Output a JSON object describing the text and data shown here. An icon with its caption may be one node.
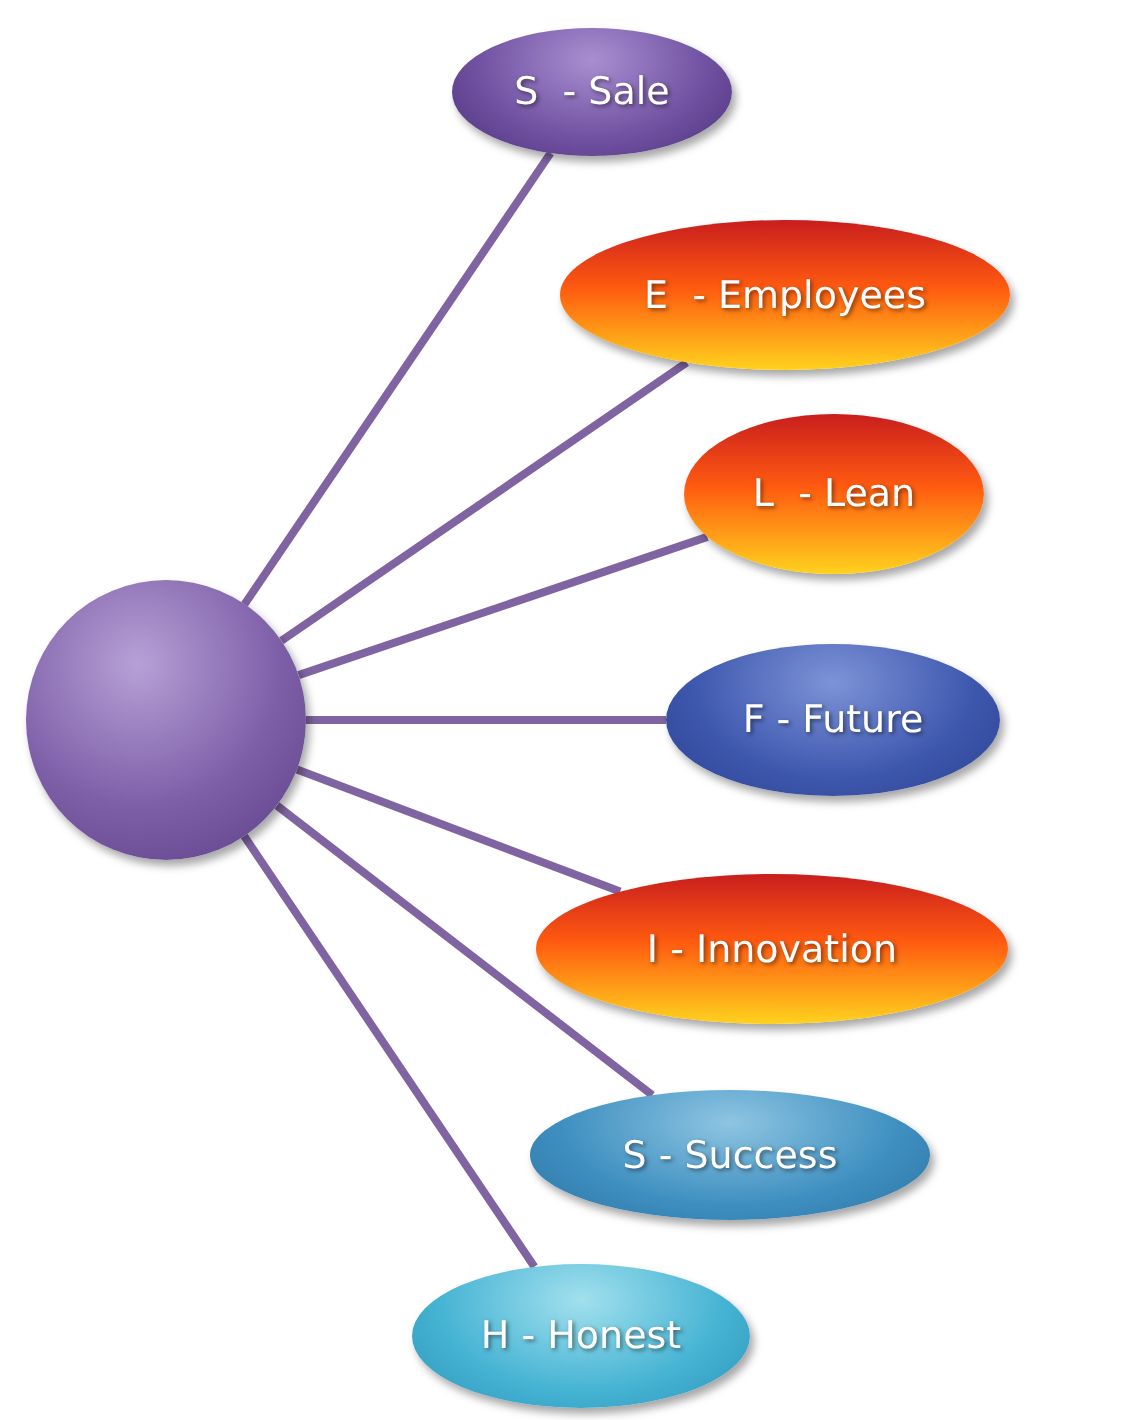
{
  "diagram": {
    "nodes": [
      {
        "text": [],
        "shape": "circle"
      },
      {
        "text": [
          "S  - Sale"
        ]
      },
      {
        "text": [
          "E  - Employees"
        ]
      },
      {
        "text": [
          "L  - Lean"
        ]
      },
      {
        "text": [
          "F - Future"
        ]
      },
      {
        "text": [
          "I - Innovation"
        ]
      },
      {
        "text": [
          "S - Success"
        ]
      },
      {
        "text": [
          "H - Honest"
        ]
      }
    ],
    "edges": [
      {
        "from": 0,
        "to": 1,
        "arrow": "none"
      },
      {
        "from": 0,
        "to": 2,
        "arrow": "none"
      },
      {
        "from": 0,
        "to": 3,
        "arrow": "none"
      },
      {
        "from": 0,
        "to": 4,
        "arrow": "none"
      },
      {
        "from": 0,
        "to": 5,
        "arrow": "none"
      },
      {
        "from": 0,
        "to": 6,
        "arrow": "none"
      },
      {
        "from": 0,
        "to": 7,
        "arrow": "none"
      }
    ]
  }
}
